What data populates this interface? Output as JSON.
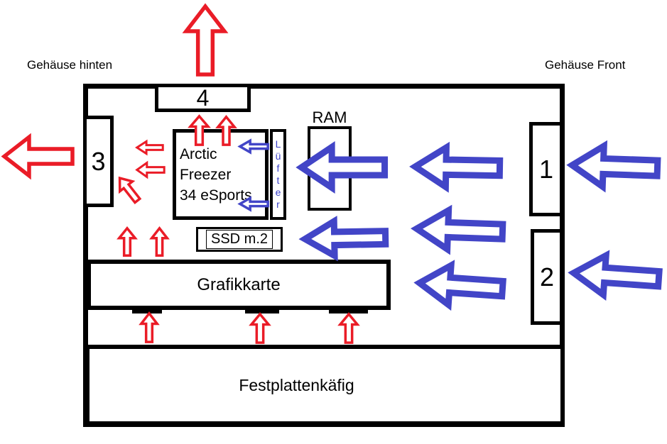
{
  "diagram": {
    "background": "#ffffff",
    "outline_color": "#000000"
  },
  "colors": {
    "red_arrow": "#ea1c27",
    "blue_arrow": "#4245c7",
    "luefter_text_blue": "#3a41c8",
    "line_black": "#000000"
  },
  "labels": {
    "case_back": "Gehäuse hinten",
    "case_front": "Gehäuse Front",
    "top_fan": "4",
    "rear_fan": "3",
    "front_fan_top": "1",
    "front_fan_bottom": "2",
    "ram": "RAM",
    "cpu_cooler_line1": "Arctic Freezer",
    "cpu_cooler_line2": "34 eSports",
    "cooler_fan": "Lüfter",
    "ssd": "SSD m.2",
    "gpu": "Grafikkarte",
    "hdd_cage": "Festplattenkäfig"
  },
  "arrows": {
    "red_large": [
      {
        "direction": "up",
        "position": "top-outside-case"
      },
      {
        "direction": "left",
        "position": "left-outside-case"
      }
    ],
    "red_medium_up_count": 7,
    "red_small_left_count": 2,
    "red_small_diagonal_up_left_count": 1,
    "blue_large_left_count": 7,
    "blue_small_left_count": 2
  }
}
